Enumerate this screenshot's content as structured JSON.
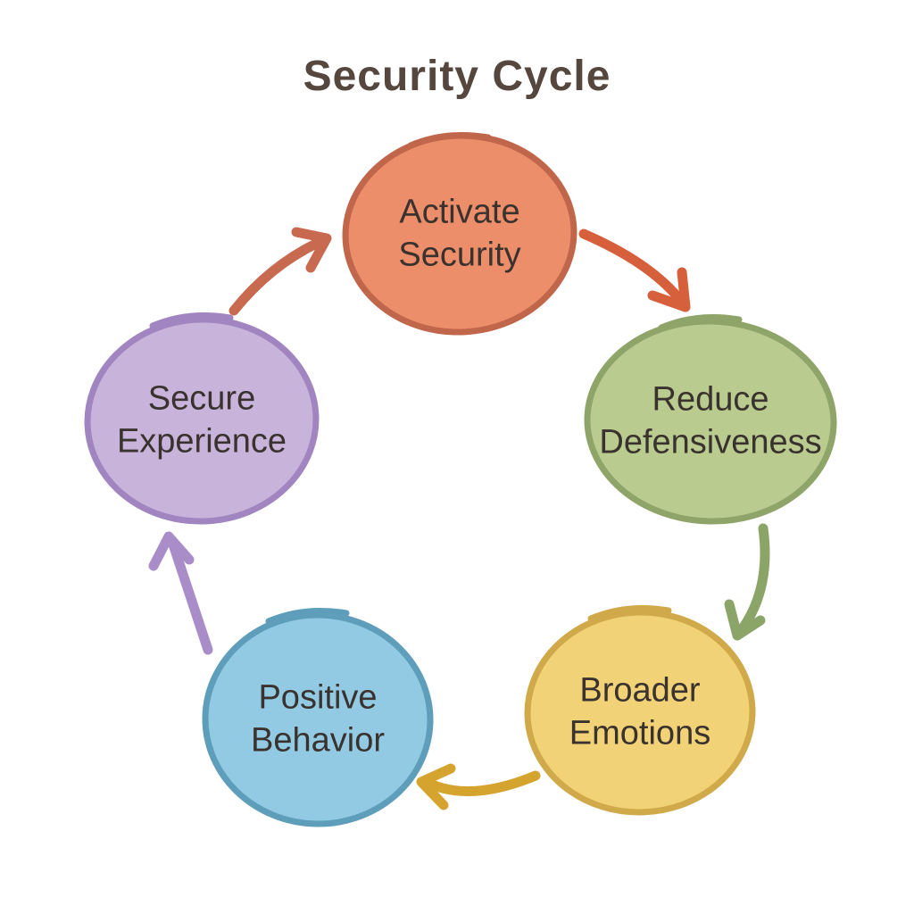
{
  "title": "Security Cycle",
  "nodes": [
    {
      "id": "activate-security",
      "line1": "Activate",
      "line2": "Security",
      "fill": "#EC8E6A",
      "stroke": "#C0664B"
    },
    {
      "id": "reduce-defensiveness",
      "line1": "Reduce",
      "line2": "Defensiveness",
      "fill": "#B9CB8F",
      "stroke": "#8EA468"
    },
    {
      "id": "broader-emotions",
      "line1": "Broader",
      "line2": "Emotions",
      "fill": "#F1D277",
      "stroke": "#D0A94A"
    },
    {
      "id": "positive-behavior",
      "line1": "Positive",
      "line2": "Behavior",
      "fill": "#92CAE3",
      "stroke": "#5E9EBB"
    },
    {
      "id": "secure-experience",
      "line1": "Secure",
      "line2": "Experience",
      "fill": "#C8B3DA",
      "stroke": "#A085C0"
    }
  ],
  "arrows": [
    {
      "id": "secure-to-activate",
      "color": "#C76A50"
    },
    {
      "id": "activate-to-reduce",
      "color": "#D5603B"
    },
    {
      "id": "reduce-to-broader",
      "color": "#8BA569"
    },
    {
      "id": "broader-to-positive",
      "color": "#D5A42E"
    },
    {
      "id": "positive-to-secure",
      "color": "#A98DC9"
    }
  ],
  "colors": {
    "background": "#FFFFFF",
    "title_text": "#55463E",
    "node_text": "#3A322E"
  }
}
